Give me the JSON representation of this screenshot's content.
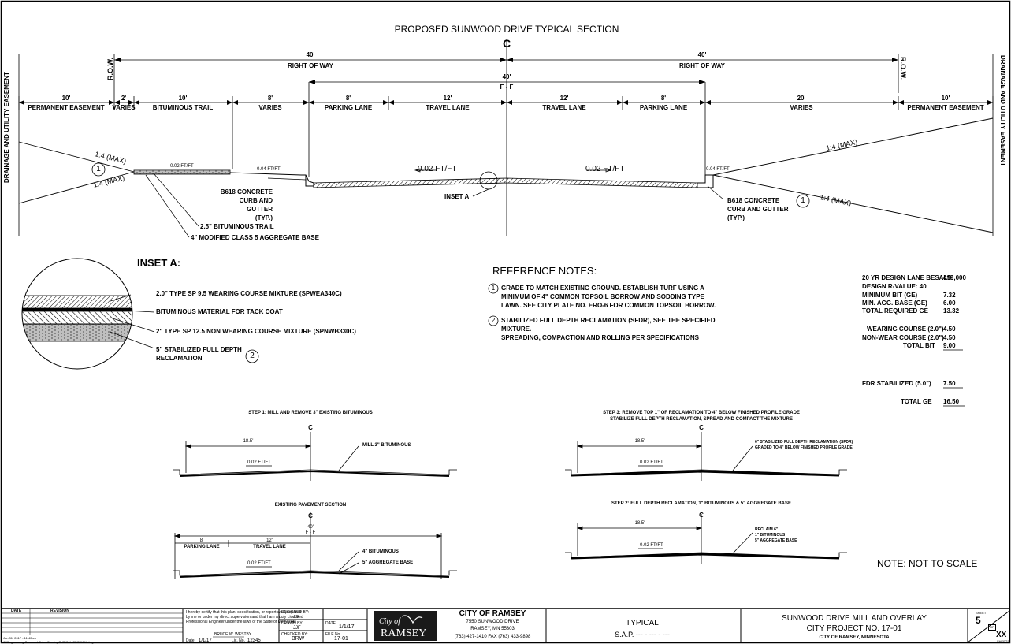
{
  "title": "PROPOSED SUNWOOD DRIVE TYPICAL SECTION",
  "centerline_symbol": "C",
  "top_dims": {
    "left_width": "40'",
    "left_label": "RIGHT OF WAY",
    "right_width": "40'",
    "right_label": "RIGHT OF WAY",
    "ff_width": "40'",
    "ff_label": "F - F",
    "row_left": "R.O.W.",
    "row_right": "R.O.W."
  },
  "easement_side_left": "DRAINAGE AND UTILITY EASEMENT",
  "easement_side_right": "DRAINAGE AND UTILITY EASEMENT",
  "segments": [
    {
      "dim": "10'",
      "label": "PERMANENT EASEMENT"
    },
    {
      "dim": "2'",
      "label": "VARIES"
    },
    {
      "dim": "10'",
      "label": "BITUMINOUS TRAIL"
    },
    {
      "dim": "8'",
      "label": "VARIES"
    },
    {
      "dim": "8'",
      "label": "PARKING LANE"
    },
    {
      "dim": "12'",
      "label": "TRAVEL LANE"
    },
    {
      "dim": "12'",
      "label": "TRAVEL LANE"
    },
    {
      "dim": "8'",
      "label": "PARKING LANE"
    },
    {
      "dim": "20'",
      "label": "VARIES"
    },
    {
      "dim": "10'",
      "label": "PERMANENT EASEMENT"
    }
  ],
  "section_labels": {
    "slope_l1": "1:4 (MAX)",
    "slope_l2": "1:4 (MAX)",
    "slope_r1": "1:4 (MAX)",
    "slope_r2": "1:4 (MAX)",
    "trail_slope": "0.02 FT/FT",
    "boulevard_slope_l": "0.04 FT/FT",
    "lane_slope_l": "0.02 FT/FT",
    "lane_slope_r": "0.02 FT/FT",
    "boulevard_slope_r": "0.04 FT/FT",
    "curb_left": "B618 CONCRETE\nCURB AND GUTTER\n(TYP.)",
    "curb_right": "B618 CONCRETE\nCURB AND GUTTER\n(TYP.)",
    "inset_ref": "INSET A",
    "trail_1": "2.5\" BITUMINOUS TRAIL",
    "trail_2": "4\" MODIFIED CLASS 5 AGGREGATE BASE",
    "circle_1": "1"
  },
  "inset": {
    "title": "INSET A:",
    "layers": [
      "2.0\" TYPE SP 9.5 WEARING COURSE MIXTURE (SPWEA340C)",
      "BITUMINOUS MATERIAL FOR TACK COAT",
      "2\" TYPE SP 12.5 NON WEARING COURSE MIXTURE (SPNWB330C)",
      "5\" STABILIZED FULL DEPTH\nRECLAMATION"
    ],
    "circle_2": "2"
  },
  "reference_notes": {
    "title": "REFERENCE NOTES:",
    "note1_num": "1",
    "note1": "GRADE TO MATCH EXISTING GROUND. ESTABLISH TURF USING A\nMINIMUM OF 4\" COMMON TOPSOIL BORROW AND SODDING TYPE\nLAWN. SEE CITY PLATE NO. ERO-6 FOR COMMON TOPSOIL BORROW.",
    "note2_num": "2",
    "note2": "STABILIZED FULL DEPTH RECLAMATION (SFDR), SEE THE SPECIFIED\nMIXTURE.\nSPREADING, COMPACTION AND ROLLING PER SPECIFICATIONS"
  },
  "design_table": [
    {
      "label": "20 YR DESIGN LANE BESALS:",
      "value": "499,000"
    },
    {
      "label": "DESIGN R-VALUE:  40",
      "value": ""
    },
    {
      "label": "MINIMUM BIT (GE)",
      "value": "7.32"
    },
    {
      "label": "MIN. AGG. BASE (GE)",
      "value": "6.00"
    },
    {
      "label": "TOTAL REQUIRED GE",
      "value": "13.32"
    },
    {
      "label": "WEARING COURSE (2.0\")",
      "value": "4.50"
    },
    {
      "label": "NON-WEAR COURSE (2.0\")",
      "value": "4.50"
    },
    {
      "label": "TOTAL BIT",
      "value": "9.00"
    },
    {
      "label": "FDR STABILIZED (5.0\")",
      "value": "7.50"
    },
    {
      "label": "TOTAL GE",
      "value": "16.50"
    }
  ],
  "steps": {
    "step1_title": "STEP 1: MILL AND REMOVE 3\" EXISTING BITUMINOUS",
    "step1_dim": "18.5'",
    "step1_slope": "0.02 FT/FT",
    "step1_note": "MILL 3\" BITUMINOUS",
    "existing_title": "EXISTING PAVEMENT SECTION",
    "existing_ff": "40'",
    "existing_ff_label": "F - F",
    "existing_seg1_dim": "8'",
    "existing_seg1": "PARKING LANE",
    "existing_seg2_dim": "12'",
    "existing_seg2": "TRAVEL LANE",
    "existing_slope": "0.02 FT/FT",
    "existing_note1": "4\" BITUMINOUS",
    "existing_note2": "5\" AGGREGATE BASE",
    "step3_title": "STEP 3: REMOVE TOP 1\" OF RECLAMATION TO 4\" BELOW FINISHED PROFILE GRADE",
    "step3_sub": "STABILIZE FULL DEPTH RECLAMATION, SPREAD AND COMPACT THE MIXTURE",
    "step3_dim": "18.5'",
    "step3_slope": "0.02 FT/FT",
    "step3_note": "6\" STABILIZED FULL DEPTH RECLAMATION (SFDR)\nGRADED TO 4\" BELOW FINISHED PROFILE GRADE.",
    "step2_title": "STEP 2: FULL DEPTH RECLAMATION, 1\" BITUMINOUS & 5\" AGGREGATE BASE",
    "step2_dim": "18.5'",
    "step2_slope": "0.02 FT/FT",
    "step2_note": "RECLAIM 6\"\n1\" BITUMINOUS\n5\" AGGREGATE BASE"
  },
  "scale_note": "NOTE: NOT TO SCALE",
  "title_block": {
    "date_hdr": "DATE",
    "revision_hdr": "REVISION",
    "cert": "I hereby certify that this plan, specification, or report was prepared\nby me or under my direct supervision and that I am a duly Licensed\nProfessional Engineer under the laws of the State of Minnesota",
    "engineer": "BRUCE W. WESTBY",
    "date_label": "Date",
    "date_val": "1/1/17",
    "lic_label": "Lic. No.",
    "lic_val": "12345",
    "designed_by": "DESIGNED BY:",
    "designed_val": "JJF",
    "drawn_by": "DRAWN BY:",
    "drawn_val": "JJF",
    "date2_label": "DATE:",
    "date2_val": "1/1/17",
    "checked_by": "CHECKED BY:",
    "checked_val": "BRW",
    "file_label": "FILE No.",
    "file_val": "17-01",
    "logo_top": "City of",
    "logo_bottom": "RAMSEY",
    "city": "CITY OF RAMSEY",
    "addr1": "7550 SUNWOOD DRIVE",
    "addr2": "RAMSEY, MN 55303",
    "phone": "(763) 427-1410  FAX (763) 433-9898",
    "typical": "TYPICAL",
    "sap": "S.A.P. --- - --- - ---",
    "project1": "SUNWOOD DRIVE MILL AND OVERLAY",
    "project2": "CITY PROJECT NO. 17-01",
    "project3": "CITY OF RAMSEY, MINNESOTA",
    "sheet_label": "SHEET",
    "sheet_no": "5",
    "of_label": "OF",
    "sheets_total": "XX",
    "sheets_label": "SHEETS",
    "plot_stamp": "Jan 31, 2017 - 11:40am\nC:\\Engineering\\Sunwood Drive Overlay\\TYPICAL SECTION.dwg"
  },
  "colors": {
    "ink": "#000000",
    "paper": "#ffffff",
    "logo_bg": "#1a1a1a"
  }
}
